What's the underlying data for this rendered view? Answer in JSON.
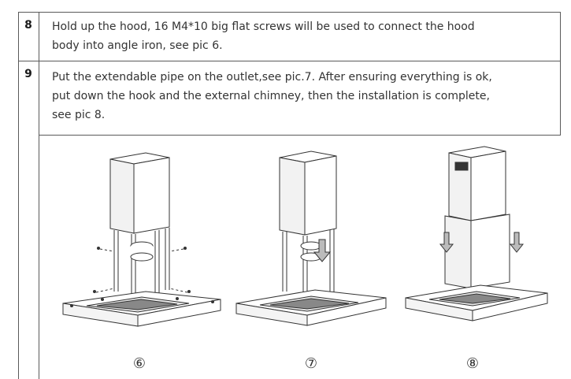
{
  "steps": [
    {
      "number": "8",
      "lines": [
        "Hold up the hood, 16 M4*10 big flat screws will be used to connect the hood",
        "body into angle iron, see pic 6."
      ]
    },
    {
      "number": "9",
      "lines": [
        "Put the extendable pipe on the outlet,see pic.7. After ensuring everything is ok,",
        "put down the hook and the external chimney, then the installation is complete,",
        "see pic 8."
      ]
    }
  ],
  "figures": [
    {
      "label": "⑥"
    },
    {
      "label": "⑦"
    },
    {
      "label": "⑧"
    }
  ]
}
